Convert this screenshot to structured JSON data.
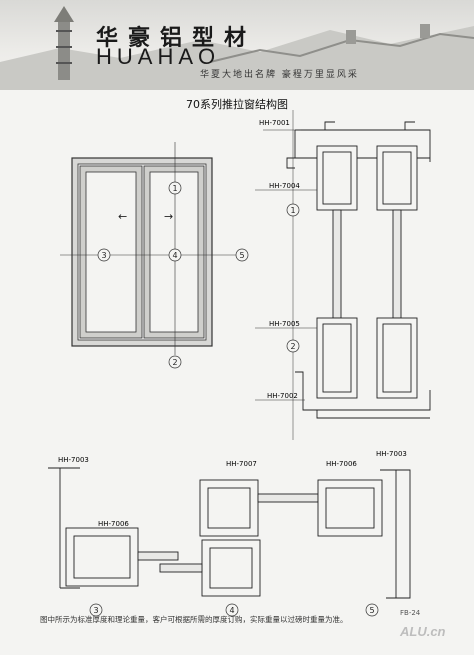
{
  "header": {
    "brand_cn": "华豪铝型材",
    "brand_en": "HUAHAO",
    "slogan": "华夏大地出名牌  豪程万里显风采"
  },
  "title": "70系列推拉窗结构图",
  "part_labels": {
    "p7001": "HH-7001",
    "p7004": "HH-7004",
    "p7005": "HH-7005",
    "p7002": "HH-7002",
    "p7003a": "HH-7003",
    "p7006a": "HH-7006",
    "p7007": "HH-7007",
    "p7006b": "HH-7006",
    "p7003b": "HH-7003"
  },
  "markers": {
    "m1": "1",
    "m2": "2",
    "m3": "3",
    "m4": "4",
    "m5": "5"
  },
  "arrows": {
    "left": "←",
    "right": "→"
  },
  "footer": {
    "note": "图中所示为标准厚度和理论重量，客户可根据所需的厚度订购，实际重量以过磅时重量为准。",
    "page_no": "FB-24",
    "watermark": "ALU.cn"
  }
}
